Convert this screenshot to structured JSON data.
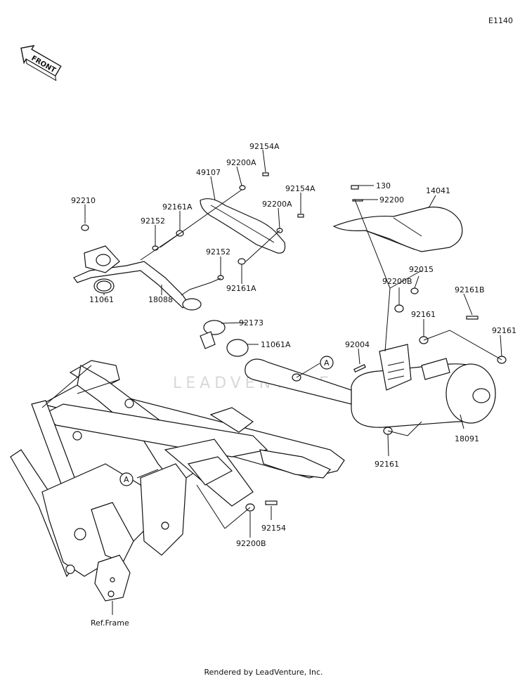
{
  "diagram_code": "E1140",
  "front_label": "FRONT",
  "watermark": "LEADVENTURE",
  "ref_label": "Ref.Frame",
  "footer": "Rendered by LeadVenture, Inc.",
  "callout_letter": "A",
  "parts": {
    "p92154A_1": "92154A",
    "p92200A_1": "92200A",
    "p49107": "49107",
    "p92154A_2": "92154A",
    "p92200A_2": "92200A",
    "p92210": "92210",
    "p92161A_1": "92161A",
    "p92152_1": "92152",
    "p92152_2": "92152",
    "p92161A_2": "92161A",
    "p11061": "11061",
    "p18088": "18088",
    "p92173": "92173",
    "p11061A": "11061A",
    "p130": "130",
    "p92200": "92200",
    "p14041": "14041",
    "p92015": "92015",
    "p92200B_1": "92200B",
    "p92161B": "92161B",
    "p92161_1": "92161",
    "p92004": "92004",
    "p92161_2": "92161",
    "p18091": "18091",
    "p92161_3": "92161",
    "p92154": "92154",
    "p92200B_2": "92200B"
  }
}
